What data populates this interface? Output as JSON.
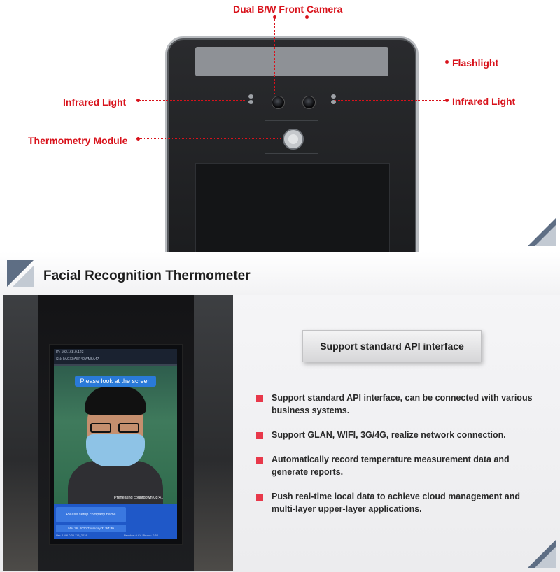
{
  "callouts": {
    "camera": "Dual B/W Front Camera",
    "flashlight": "Flashlight",
    "infrared_left": "Infrared Light",
    "infrared_right": "Infrared Light",
    "thermometry": "Thermometry Module"
  },
  "title": "Facial Recognition Thermometer",
  "tablet_screen": {
    "header_line1": "IP: 192.168.0.123",
    "header_line2": "SN: 9ACX0ASF40WM6A47",
    "look_prompt": "Please look at the screen",
    "preheating": "Preheating countdown 08:41",
    "company": "Please setup company name",
    "date": "Mar 26, 2020 Thursday",
    "time": "11:57:09",
    "version": "Ver: 1.4.6.0.35.115_2018",
    "counts": "Peoples: 0 CA   Photos: 0 54"
  },
  "api_box": "Support standard API interface",
  "bullets": [
    "Support standard API interface, can be connected with various business systems.",
    "Support GLAN, WIFI, 3G/4G, realize network connection.",
    "Automatically record temperature measurement data and generate reports.",
    "Push real-time local data to achieve cloud management and multi-layer upper-layer applications."
  ],
  "colors": {
    "callout_red": "#d8121b",
    "bullet_red": "#e8384a",
    "title_triangle": "#5e6e84"
  }
}
